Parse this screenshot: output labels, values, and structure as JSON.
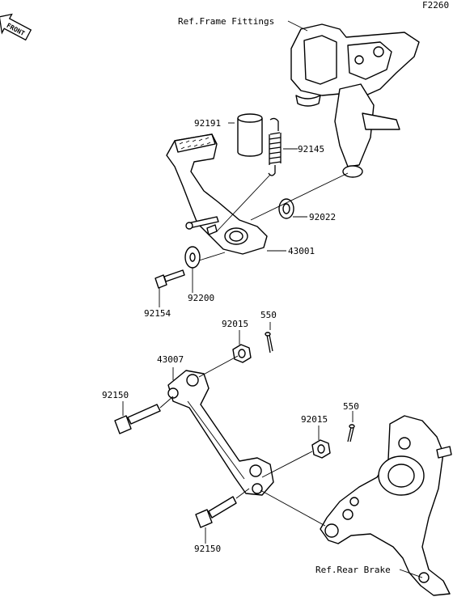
{
  "figure_code": "F2260",
  "front_label": "FRONT",
  "refs": {
    "frame_fittings": "Ref.Frame Fittings",
    "rear_brake": "Ref.Rear Brake"
  },
  "parts": {
    "p92191": "92191",
    "p92145": "92145",
    "p92022": "92022",
    "p43001": "43001",
    "p92200": "92200",
    "p92154": "92154",
    "p550_top": "550",
    "p92015_top": "92015",
    "p43007": "43007",
    "p92150_top": "92150",
    "p92015_mid": "92015",
    "p550_mid": "550",
    "p92150_bottom": "92150"
  }
}
